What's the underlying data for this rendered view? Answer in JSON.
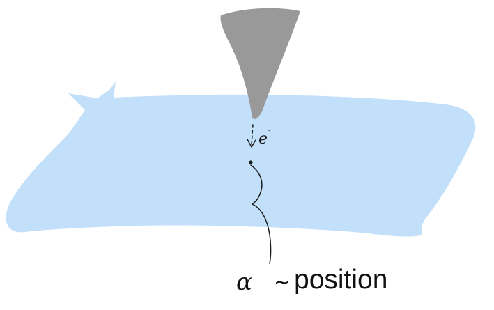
{
  "labels": {
    "electron": "e",
    "electron_superscript": "-",
    "alpha_symbol": "α",
    "relation_symbol": "~",
    "position_word": "position"
  },
  "colors": {
    "surface": "#c3e0fb",
    "tip": "#999999",
    "ink": "#1a1a1a"
  },
  "icons": {
    "tip": "stm-tip-cone",
    "surface": "sample-surface",
    "electron_path": "dashed-arrow-down",
    "brace": "curly-brace"
  }
}
